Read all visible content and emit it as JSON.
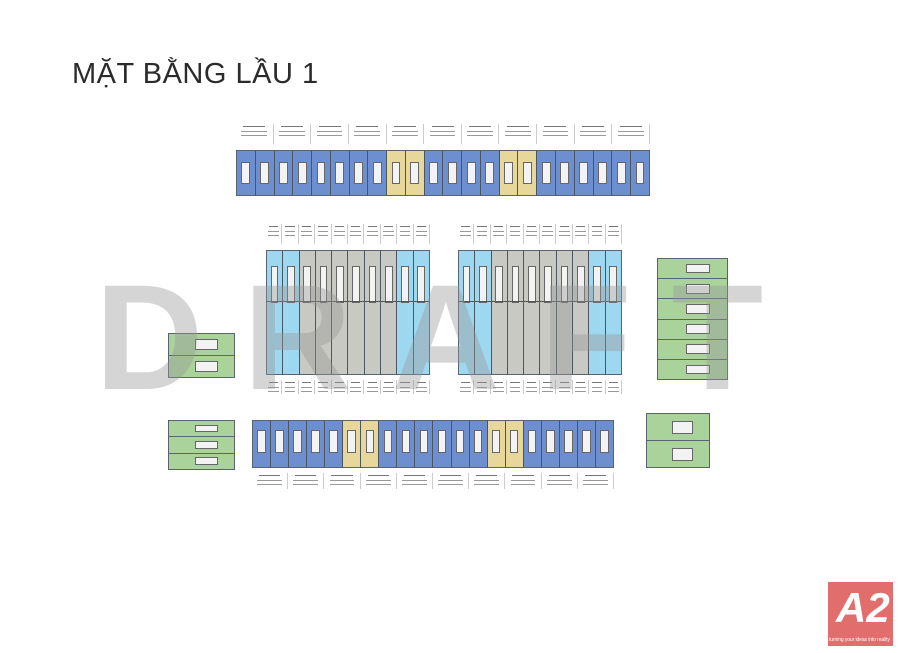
{
  "page": {
    "title": "MẶT BẰNG LẦU 1",
    "watermark": "DRAFT"
  },
  "logo": {
    "mark": "A2",
    "tagline": "turning your ideas into reality",
    "color": "#e26d6d"
  },
  "colors": {
    "shophouse_blue": "#6d8fd0",
    "corner_light_blue": "#9ed8f0",
    "standard_gray": "#c9c9c4",
    "special_yellow": "#e8d79a",
    "villa_green": "#a9d39b"
  }
}
